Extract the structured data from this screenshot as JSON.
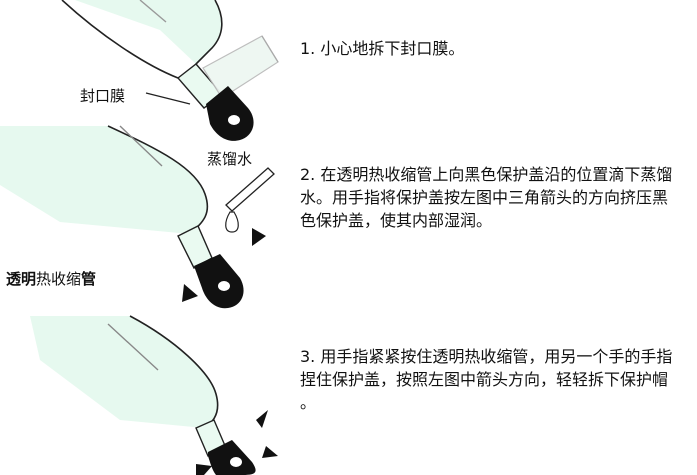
{
  "steps": [
    {
      "text": "1. 小心地拆下封口膜。"
    },
    {
      "text": "2.  在透明热收缩管上向黑色保护盖沿的位置滴下蒸馏水。用手指将保护盖按左图中三角箭头的方向挤压黑色保护盖，使其内部湿润。"
    },
    {
      "text": "3. 用手指紧紧按住透明热收缩管，用另一个手的手指捏住保护盖，按照左图中箭头方向，轻轻拆下保护帽 。"
    }
  ],
  "labels": {
    "sealing_film": "封口膜",
    "distilled_water": "蒸馏水",
    "tube_bold_1": "透明",
    "tube_plain": "热收缩",
    "tube_bold_2": "管"
  },
  "colors": {
    "electrode_fill": "#e6f9ef",
    "cap": "#111111",
    "outline": "#222222"
  }
}
